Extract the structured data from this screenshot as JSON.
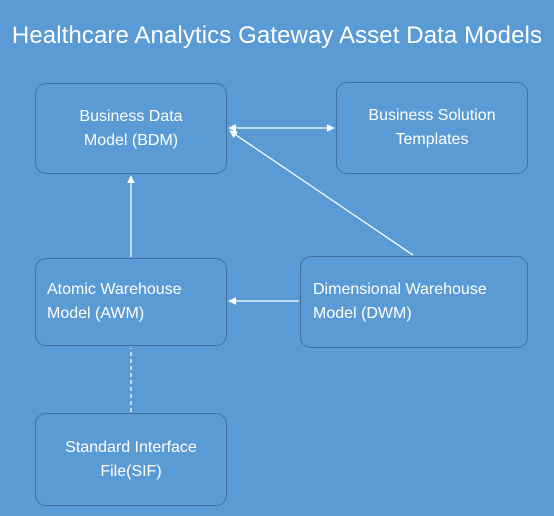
{
  "title": "Healthcare Analytics Gateway Asset Data Models",
  "nodes": {
    "bdm": "Business Data\nModel (BDM)",
    "bst": "Business Solution\nTemplates",
    "awm": "Atomic Warehouse\nModel (AWM)",
    "dwm": "Dimensional Warehouse\nModel (DWM)",
    "sif": "Standard Interface\nFile(SIF)"
  },
  "colors": {
    "background": "#5b9bd5",
    "node_border": "#41719c",
    "text": "#ffffff"
  }
}
